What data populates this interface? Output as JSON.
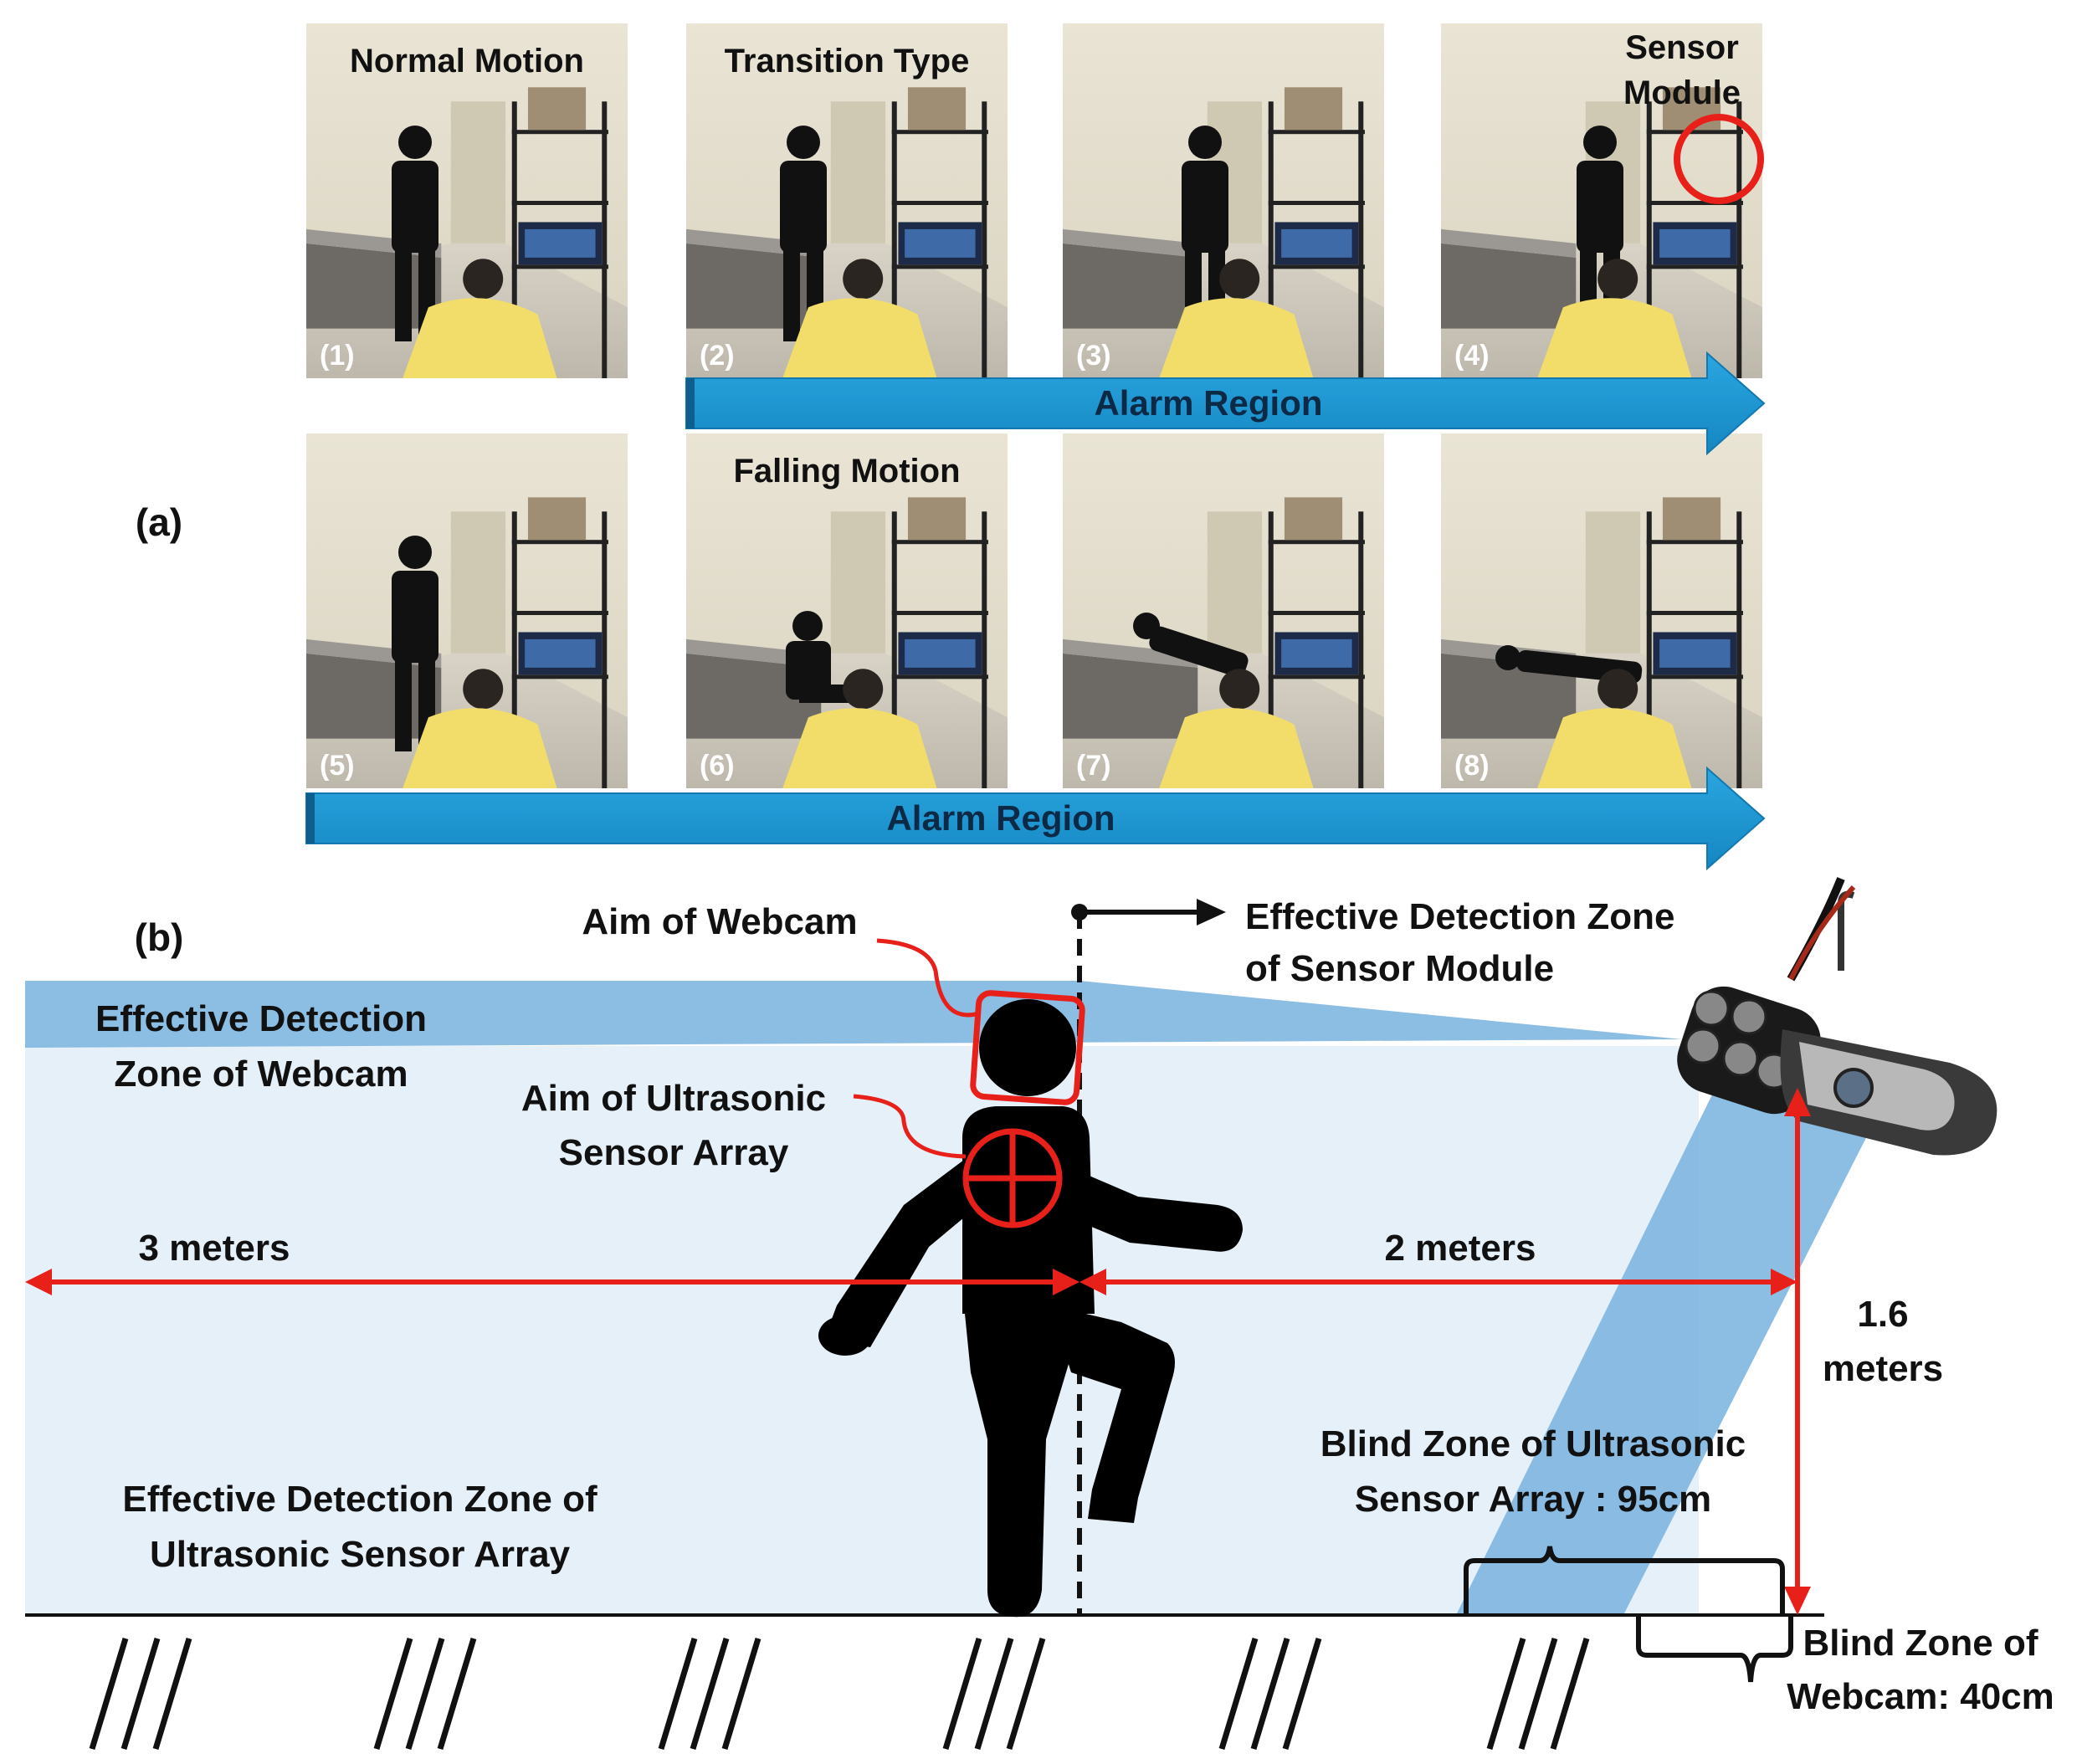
{
  "part_a": {
    "label": "(a)",
    "frames": [
      {
        "num": "(1)",
        "title": "Normal Motion",
        "pose": "stand"
      },
      {
        "num": "(2)",
        "title": "Transition Type",
        "pose": "walk"
      },
      {
        "num": "(3)",
        "title": "",
        "pose": "walk2"
      },
      {
        "num": "(4)",
        "title": "Sensor Module",
        "pose": "walk3",
        "circle": true
      },
      {
        "num": "(5)",
        "title": "",
        "pose": "stand"
      },
      {
        "num": "(6)",
        "title": "Falling Motion",
        "pose": "sit"
      },
      {
        "num": "(7)",
        "title": "",
        "pose": "recline"
      },
      {
        "num": "(8)",
        "title": "",
        "pose": "lie"
      }
    ],
    "sensor_module_lines": [
      "Sensor",
      "Module"
    ],
    "alarm_region_top": "Alarm Region",
    "alarm_region_bottom": "Alarm Region"
  },
  "part_b": {
    "label": "(b)",
    "aim_webcam": "Aim of Webcam",
    "aim_ultrasonic_1": "Aim of Ultrasonic",
    "aim_ultrasonic_2": "Sensor Array",
    "eff_sensor_module_1": "Effective Detection Zone",
    "eff_sensor_module_2": "of Sensor Module",
    "eff_webcam_1": "Effective Detection",
    "eff_webcam_2": "Zone of Webcam",
    "eff_ultra_1": "Effective Detection Zone of",
    "eff_ultra_2": "Ultrasonic Sensor Array",
    "dist_left": "3 meters",
    "dist_right": "2 meters",
    "height_1": "1.6",
    "height_2": "meters",
    "blind_ultra_1": "Blind Zone of Ultrasonic",
    "blind_ultra_2": "Sensor Array : 95cm",
    "blind_webcam_1": "Blind Zone of",
    "blind_webcam_2": "Webcam: 40cm"
  },
  "colors": {
    "arrow_blue": "#1e9ad6",
    "zone_light": "#e6f0f9",
    "zone_band": "#7fb6e0",
    "red": "#e8201a"
  }
}
